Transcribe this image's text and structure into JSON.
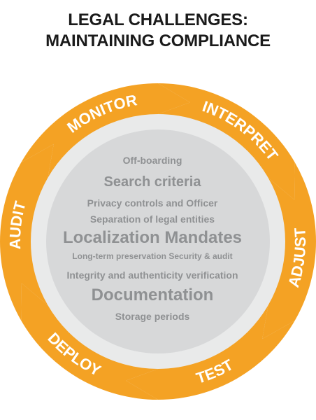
{
  "title": {
    "line1": "LEGAL CHALLENGES:",
    "line2": "MAINTAINING COMPLIANCE"
  },
  "colors": {
    "ring": "#f4a224",
    "inner_circle": "#d7d8d9",
    "outer_circle": "#e9eaea",
    "inner_text": "#8f9193",
    "label": "#ffffff"
  },
  "cycle": {
    "stages": [
      "MONITOR",
      "INTERPRET",
      "ADJUST",
      "TEST",
      "DEPLOY",
      "AUDIT"
    ]
  },
  "center": {
    "items": [
      {
        "text": "Off-boarding",
        "weight": "small"
      },
      {
        "text": "Search criteria",
        "weight": "medium"
      },
      {
        "text": "Privacy controls and Officer",
        "weight": "small"
      },
      {
        "text": "Separation of legal entities",
        "weight": "small"
      },
      {
        "text": "Localization Mandates",
        "weight": "large"
      },
      {
        "text": "Long-term preservation  Security & audit",
        "weight": "xsmall"
      },
      {
        "text": "Integrity and authenticity verification",
        "weight": "small"
      },
      {
        "text": "Documentation",
        "weight": "large"
      },
      {
        "text": "Storage periods",
        "weight": "small"
      }
    ]
  }
}
